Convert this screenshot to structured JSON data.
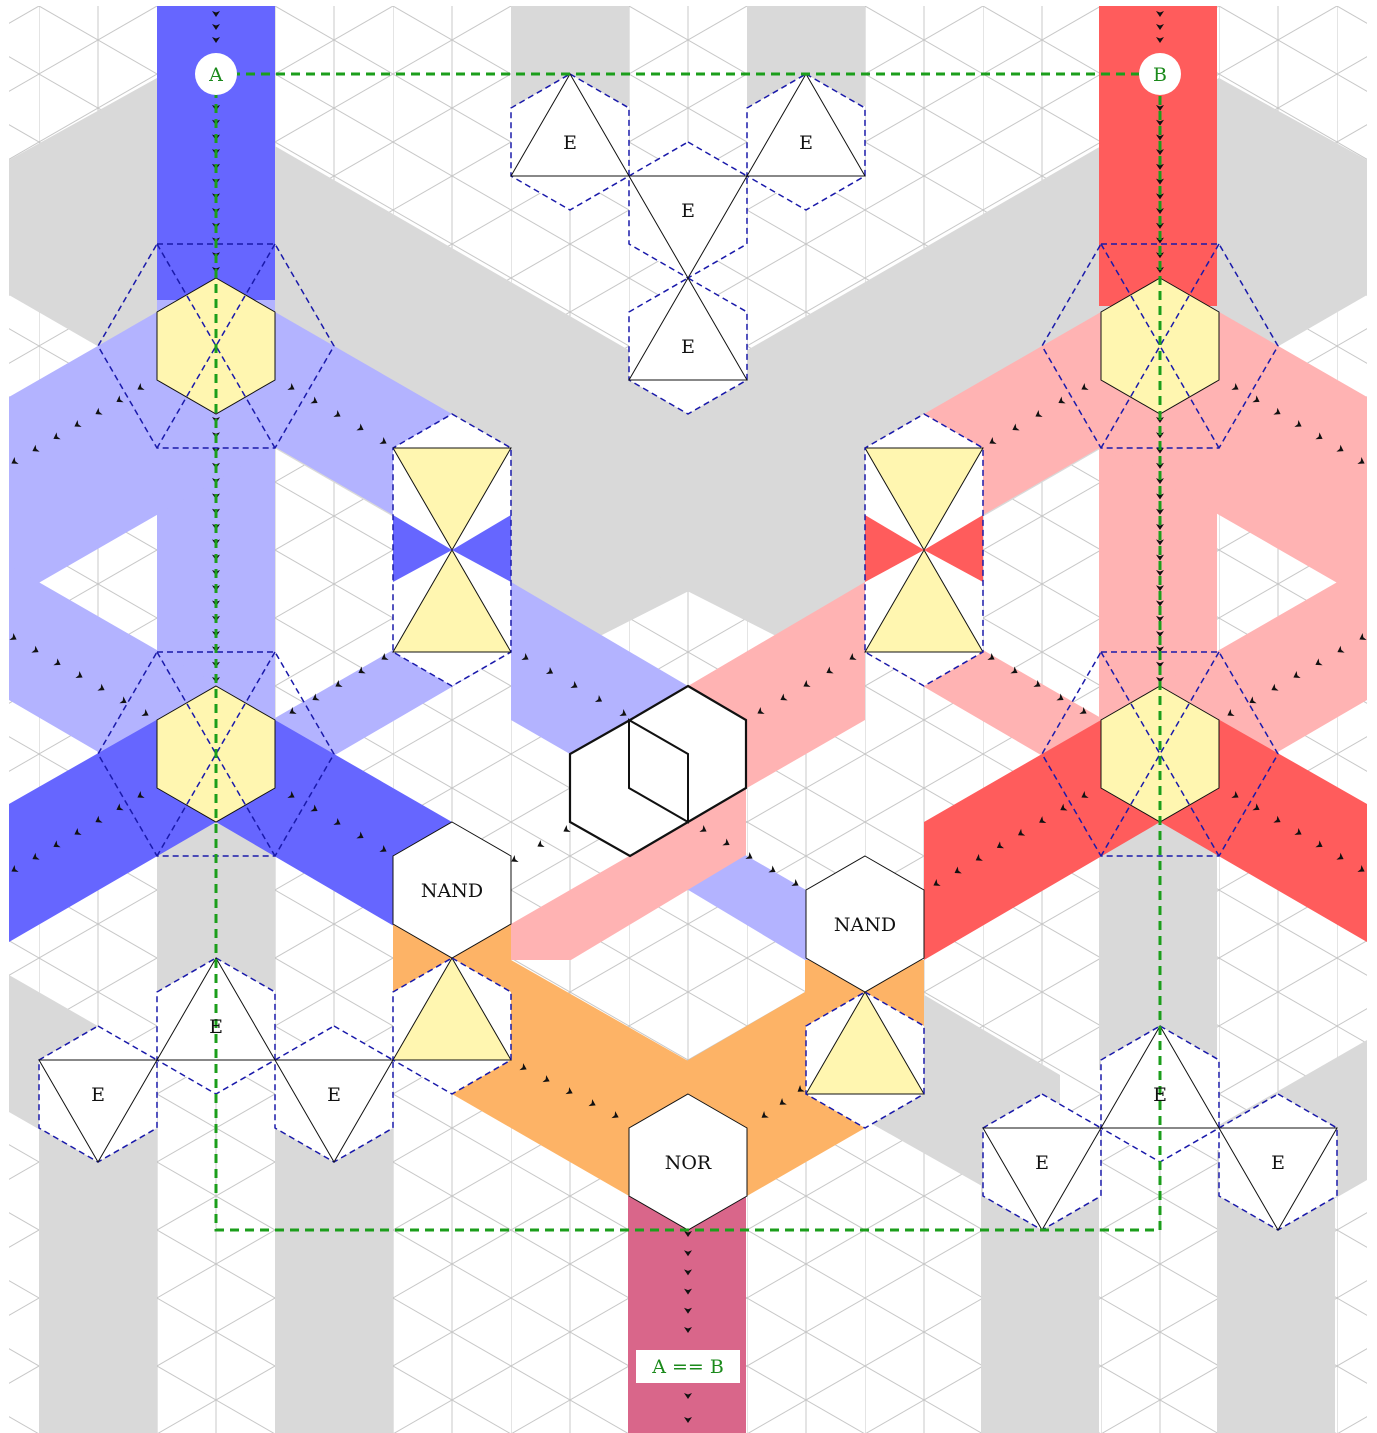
{
  "inputs": {
    "a": "A",
    "b": "B"
  },
  "output": {
    "label": "A == B"
  },
  "gates": {
    "nand": "NAND",
    "nor": "NOR",
    "e": "E"
  },
  "colors": {
    "grid": "#c8c8c8",
    "inactive_channel": "#d9d9d9",
    "a_strong": "#6666ff",
    "a_light": "#b3b3ff",
    "b_strong": "#ff5c5c",
    "b_light": "#ffb3b3",
    "nand_out": "#fdb366",
    "result": "#d9668a",
    "yellow": "#fff6b0",
    "dashed_blue": "#1a1aaa",
    "green": "#1b9e1b"
  },
  "icons": [
    "arrow-chevron-icon",
    "cube-icon",
    "triangle-icon"
  ]
}
